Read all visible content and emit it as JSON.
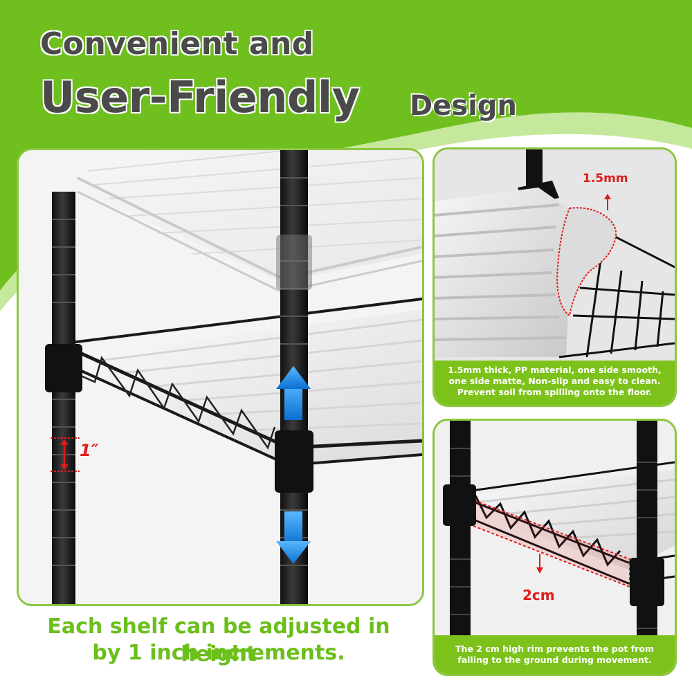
{
  "headline": {
    "line1": "Convenient and",
    "line2_main": "User-Friendly",
    "line2_tail": "Design"
  },
  "main_panel": {
    "measure_label": "1″",
    "caption_line1": "Each shelf can be adjusted in height",
    "caption_line2": "by 1 inch increments."
  },
  "liner_panel": {
    "thickness_label": "1.5mm",
    "caption_line1": "1.5mm thick, PP material, one side smooth,",
    "caption_line2": "one side matte, Non-slip and easy to clean.",
    "caption_line3": "Prevent soil from spilling onto the floor."
  },
  "rim_panel": {
    "rim_label": "2cm",
    "caption_line1": "The 2 cm high rim prevents the pot from",
    "caption_line2": "falling to the ground during movement."
  },
  "colors": {
    "accent_green": "#7cc21b",
    "border_green": "#8cc63f",
    "title_gray": "#4a4a4a",
    "measure_red": "#e01b1b",
    "arrow_blue": "#1e8fe0"
  },
  "icons": [
    "up-down-arrow-icon",
    "up-arrow-icon",
    "down-arrow-icon",
    "measure-bracket-icon"
  ]
}
